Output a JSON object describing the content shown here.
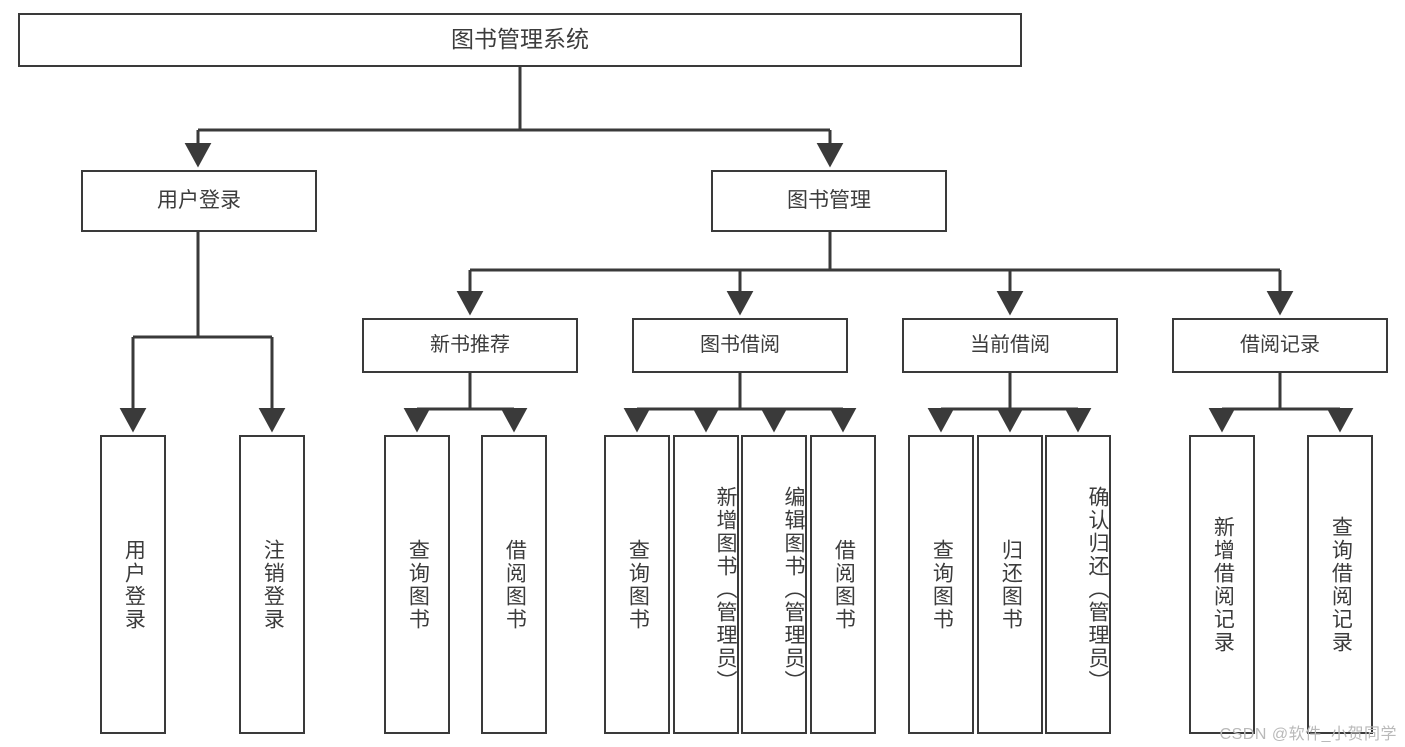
{
  "diagram": {
    "title": "图书管理系统",
    "watermark": "CSDN @软件_小贺同学",
    "colors": {
      "stroke": "#3a3a3a",
      "text": "#3c3c3c",
      "background": "#ffffff",
      "watermark": "#b9b9b9"
    },
    "root": {
      "label": "图书管理系统"
    },
    "level2": [
      {
        "label": "用户登录"
      },
      {
        "label": "图书管理"
      }
    ],
    "level3": [
      {
        "label": "新书推荐"
      },
      {
        "label": "图书借阅"
      },
      {
        "label": "当前借阅"
      },
      {
        "label": "借阅记录"
      }
    ],
    "leaves": {
      "user_login": [
        {
          "label": "用户登录"
        },
        {
          "label": "注销登录"
        }
      ],
      "new_book_recommend": [
        {
          "label": "查询图书"
        },
        {
          "label": "借阅图书"
        }
      ],
      "book_borrow": [
        {
          "label": "查询图书"
        },
        {
          "label": "新增图书（管理员）"
        },
        {
          "label": "编辑图书（管理员）"
        },
        {
          "label": "借阅图书"
        }
      ],
      "current_borrow": [
        {
          "label": "查询图书"
        },
        {
          "label": "归还图书"
        },
        {
          "label": "确认归还（管理员）"
        }
      ],
      "borrow_record": [
        {
          "label": "新增借阅记录"
        },
        {
          "label": "查询借阅记录"
        }
      ]
    }
  },
  "chart_data": {
    "type": "diagram",
    "title": "图书管理系统 功能结构图",
    "hierarchy": {
      "name": "图书管理系统",
      "children": [
        {
          "name": "用户登录",
          "children": [
            {
              "name": "用户登录"
            },
            {
              "name": "注销登录"
            }
          ]
        },
        {
          "name": "图书管理",
          "children": [
            {
              "name": "新书推荐",
              "children": [
                {
                  "name": "查询图书"
                },
                {
                  "name": "借阅图书"
                }
              ]
            },
            {
              "name": "图书借阅",
              "children": [
                {
                  "name": "查询图书"
                },
                {
                  "name": "新增图书（管理员）"
                },
                {
                  "name": "编辑图书（管理员）"
                },
                {
                  "name": "借阅图书"
                }
              ]
            },
            {
              "name": "当前借阅",
              "children": [
                {
                  "name": "查询图书"
                },
                {
                  "name": "归还图书"
                },
                {
                  "name": "确认归还（管理员）"
                }
              ]
            },
            {
              "name": "借阅记录",
              "children": [
                {
                  "name": "新增借阅记录"
                },
                {
                  "name": "查询借阅记录"
                }
              ]
            }
          ]
        }
      ]
    }
  }
}
